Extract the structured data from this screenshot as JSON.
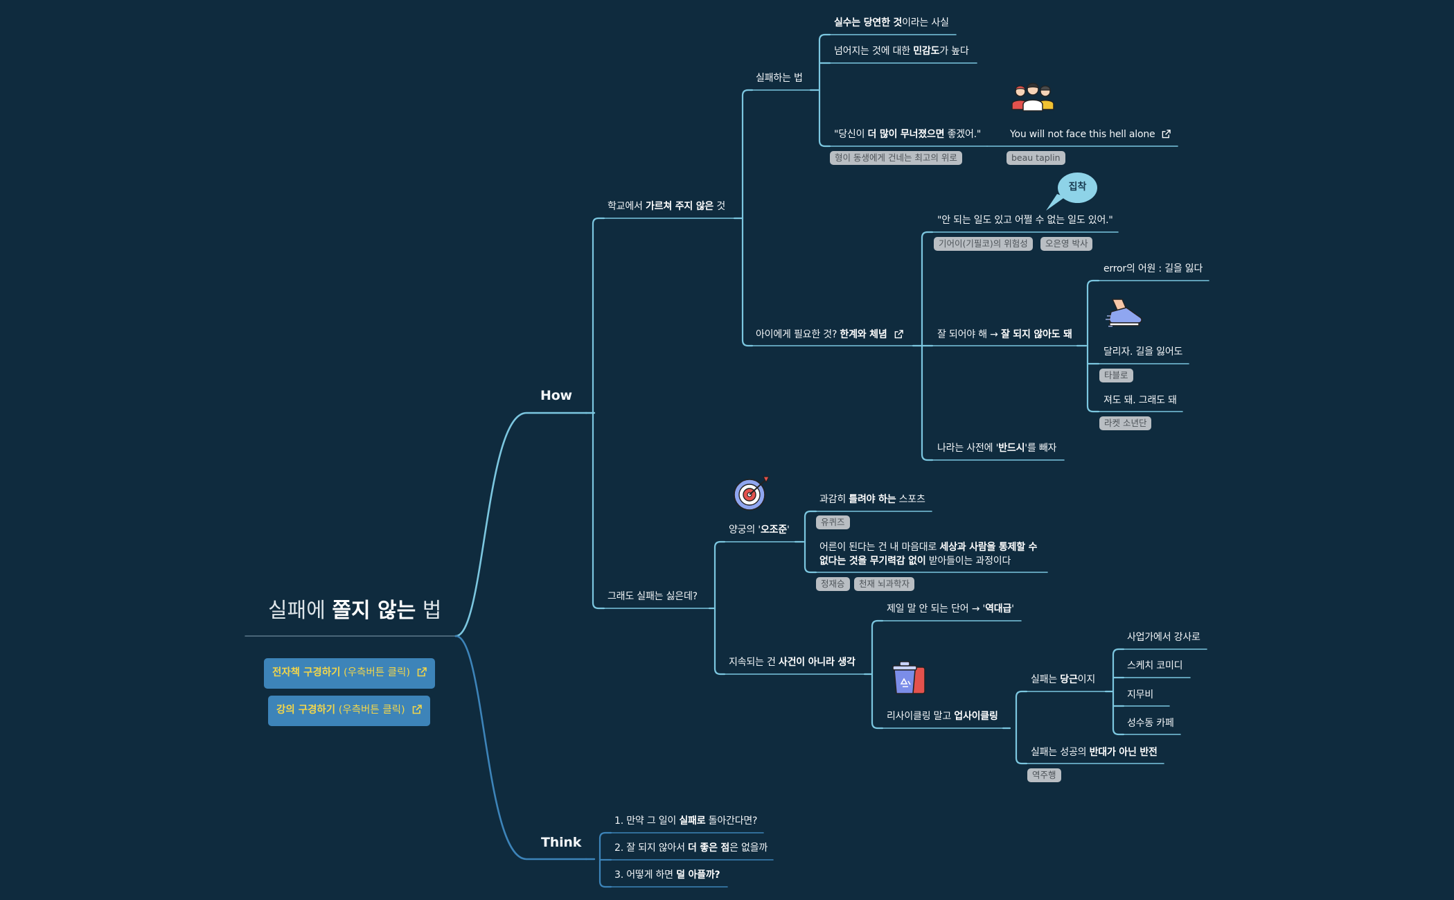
{
  "root": {
    "pre": "실패에 ",
    "bold": "쫄지 않는",
    "post": " 법"
  },
  "buttons": [
    {
      "bold": "전자책 구경하기",
      "lite": " (우측버튼 클릭)"
    },
    {
      "bold": "강의 구경하기",
      "lite": " (우측버튼 클릭)"
    }
  ],
  "how": "How",
  "think": "Think",
  "school": {
    "pre": "학교에서 ",
    "bold": "가르쳐 주지 않은",
    "post": " 것"
  },
  "fail_how": "실패하는 법",
  "mistake": {
    "bold": "실수는 당연한 것",
    "post": "이라는 사실"
  },
  "sensitive": {
    "pre": "넘어지는 것에 대한 ",
    "bold": "민감도",
    "post": "가 높다"
  },
  "quote1": {
    "pre": "\"당신이 ",
    "bold": "더 많이 무너졌으면",
    "post": " 좋겠어.\""
  },
  "tag_comfort": "형이 동생에게 건네는 최고의 위로",
  "hell": "You will not face this hell alone",
  "tag_beau": "beau taplin",
  "child": {
    "pre": "아이에게 필요한 것? ",
    "bold": "한계와 체념"
  },
  "bubble": "집착",
  "quote2": "\"안 되는 일도 있고 어쩔 수 없는 일도 있어.\"",
  "tag_gear": "기어이(기필코)의 위험성",
  "tag_oh": "오은영 박사",
  "must": {
    "pre": "잘 되어야 해 → ",
    "bold": "잘 되지 않아도 돼"
  },
  "error": "error의 어원 : 길을 잃다",
  "run": "달리자. 길을 잃어도",
  "tag_tablo": "타블로",
  "lose": "져도 돼. 그래도 돼",
  "tag_racket": "라켓 소년단",
  "dict": {
    "pre": "나라는 사전에 '",
    "bold": "반드시",
    "post": "'를 빼자"
  },
  "still": "그래도 실패는 싫은데?",
  "archery": {
    "pre": "양궁의 '",
    "bold": "오조준",
    "post": "'"
  },
  "sport": {
    "pre": "과감히 ",
    "bold": "틀려야 하는",
    "post": " 스포츠"
  },
  "tag_yuquiz": "유퀴즈",
  "adult1": {
    "pre": "어른이 된다는 건 내 마음대로 ",
    "bold": "세상과 사람을 통제할 수"
  },
  "adult2": {
    "bold": "없다는 것을 무기력감 없이",
    "post": " 받아들이는 과정이다"
  },
  "tag_jeong": "정재승",
  "tag_genius": "천재 뇌과학자",
  "persist": {
    "pre": "지속되는 건 ",
    "bold": "사건이 아니라 생각"
  },
  "worst": {
    "pre": "제일 말 안 되는 단어 → '",
    "bold": "역대급",
    "post": "'"
  },
  "recycle": {
    "pre": "리사이클링 말고 ",
    "bold": "업사이클링"
  },
  "carrot": {
    "pre": "실패는 ",
    "bold": "당근",
    "post": "이지"
  },
  "lecturer": "사업가에서 강사로",
  "sketch": "스케치 코미디",
  "jimubi": "지무비",
  "cafe": "성수동 카페",
  "reversal": {
    "pre": "실패는 성공의 ",
    "bold": "반대가 아닌 반전"
  },
  "tag_reversal": "역주행",
  "think_items": [
    {
      "pre": "1. 만약 그 일이 ",
      "bold": "실패로",
      "post": " 돌아간다면?"
    },
    {
      "pre": "2. 잘 되지 않아서 ",
      "bold": "더 좋은 점",
      "post": "은 없을까"
    },
    {
      "pre": "3. 어떻게 하면 ",
      "bold": "덜 아플까?",
      "post": ""
    }
  ],
  "colors": {
    "background": "#0f2b3e",
    "branch_how": "#7cc7e0",
    "branch_think": "#3d84b9",
    "button": "#3d84b9",
    "button_text": "#f3d64a"
  },
  "icons": [
    "people-icon",
    "shoe-icon",
    "target-icon",
    "recycle-bin-icon",
    "external-link-icon"
  ]
}
